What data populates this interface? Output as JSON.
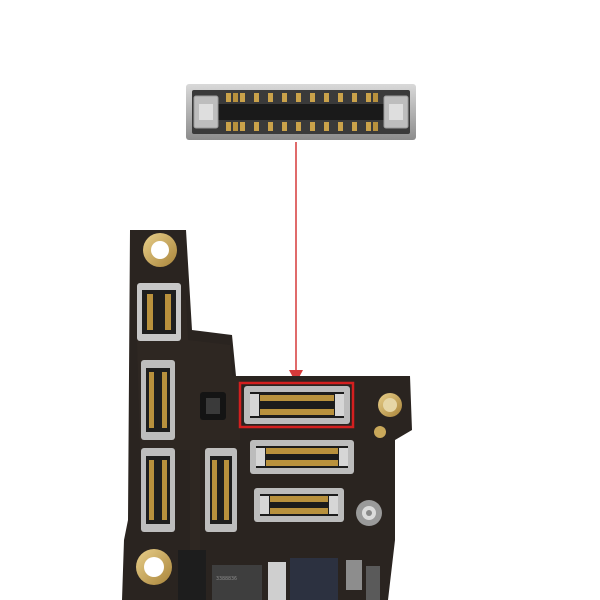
{
  "scene": {
    "subject": "fpc-connector-on-logic-board",
    "connector_pins_per_row": 13,
    "highlight_color": "#d41f1f",
    "arrow_color": "#d63a3a",
    "board_color": "#2a2420",
    "gold_color": "#c9a85a",
    "chip_marking": "3388836"
  }
}
